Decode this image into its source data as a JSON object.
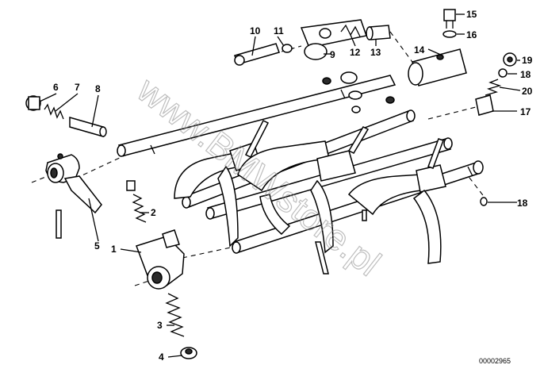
{
  "diagram": {
    "callouts": [
      {
        "id": "c1",
        "label": "1"
      },
      {
        "id": "c2",
        "label": "2"
      },
      {
        "id": "c3",
        "label": "3"
      },
      {
        "id": "c4",
        "label": "4"
      },
      {
        "id": "c5",
        "label": "5"
      },
      {
        "id": "c6",
        "label": "6"
      },
      {
        "id": "c7",
        "label": "7"
      },
      {
        "id": "c8",
        "label": "8"
      },
      {
        "id": "c9",
        "label": "9"
      },
      {
        "id": "c10",
        "label": "10"
      },
      {
        "id": "c11",
        "label": "11"
      },
      {
        "id": "c12",
        "label": "12"
      },
      {
        "id": "c13",
        "label": "13"
      },
      {
        "id": "c14",
        "label": "14"
      },
      {
        "id": "c15",
        "label": "15"
      },
      {
        "id": "c16",
        "label": "16"
      },
      {
        "id": "c17",
        "label": "17"
      },
      {
        "id": "c18a",
        "label": "18"
      },
      {
        "id": "c18b",
        "label": "18"
      },
      {
        "id": "c19",
        "label": "19"
      },
      {
        "id": "c20",
        "label": "20"
      }
    ],
    "drawing_code": "00002965",
    "watermark": "www.BMWstore.pl"
  }
}
